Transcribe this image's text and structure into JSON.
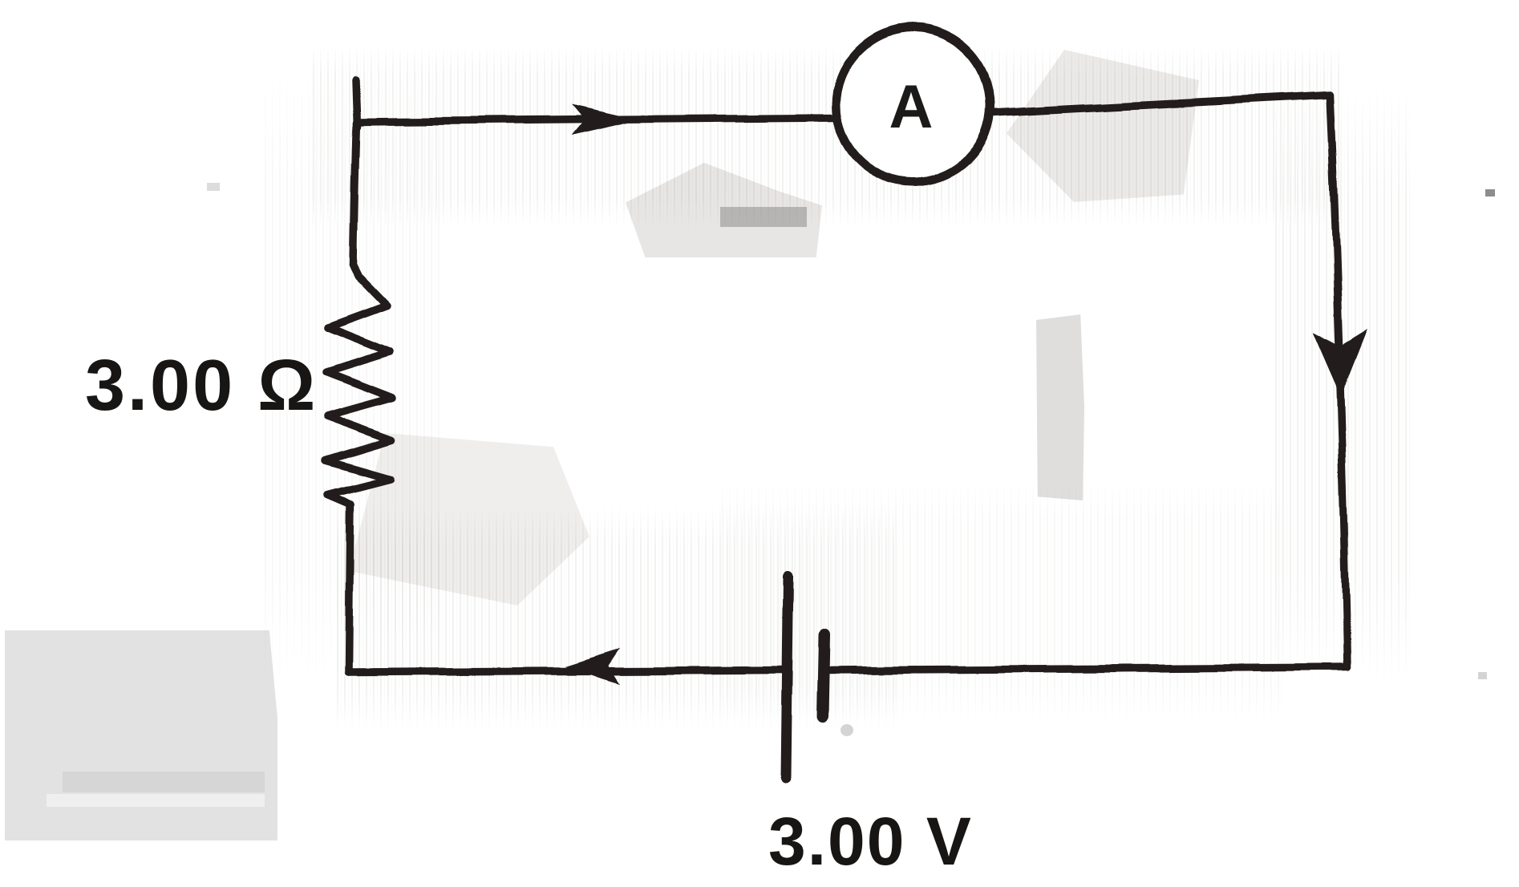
{
  "diagram": {
    "ink_color": "#201d1b",
    "background_color": "#ffffff",
    "ammeter": {
      "label": "A"
    },
    "resistor": {
      "label": "3.00 Ω",
      "value": "3.00",
      "unit": "Ω"
    },
    "battery": {
      "label": "3.00 V",
      "value": "3.00",
      "unit": "V"
    },
    "current_arrows": {
      "top": "arrow-right-icon",
      "right": "arrow-down-icon",
      "bottom": "arrow-left-icon",
      "direction": "clockwise"
    }
  }
}
